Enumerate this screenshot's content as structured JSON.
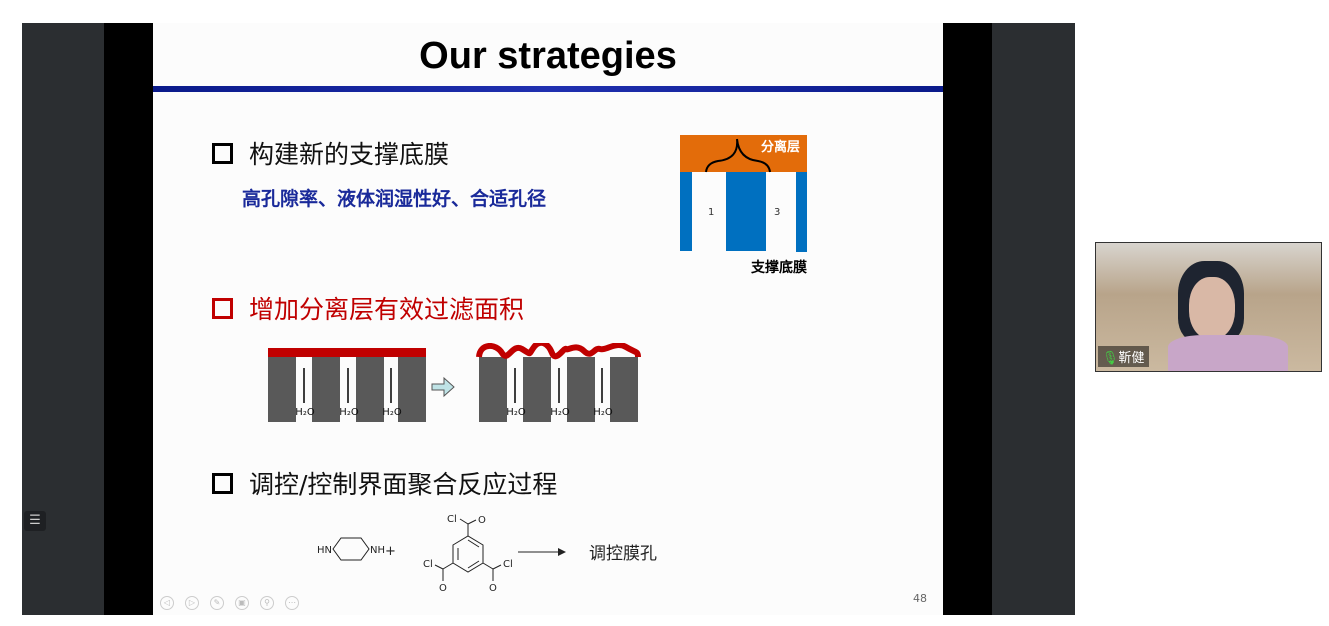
{
  "slide": {
    "title": "Our strategies",
    "page_number": "48",
    "bullets": [
      {
        "text": "构建新的支撑底膜",
        "sub": "高孔隙率、液体润湿性好、合适孔径"
      },
      {
        "text": "增加分离层有效过滤面积"
      },
      {
        "text": "调控/控制界面聚合反应过程"
      }
    ],
    "diagram1": {
      "top_label": "分离层",
      "bottom_label": "支撑底膜",
      "pore1": "1",
      "pore3": "3"
    },
    "diagram2": {
      "water": "H₂O"
    },
    "reaction": {
      "hn": "HN",
      "nh": "NH",
      "plus": "+",
      "cl": "Cl",
      "o": "O",
      "product": "调控膜孔"
    }
  },
  "video": {
    "participant": "靳健"
  },
  "colors": {
    "orange": "#e36c0a",
    "blue": "#0070c0",
    "red": "#c00000",
    "gray": "#595959"
  }
}
